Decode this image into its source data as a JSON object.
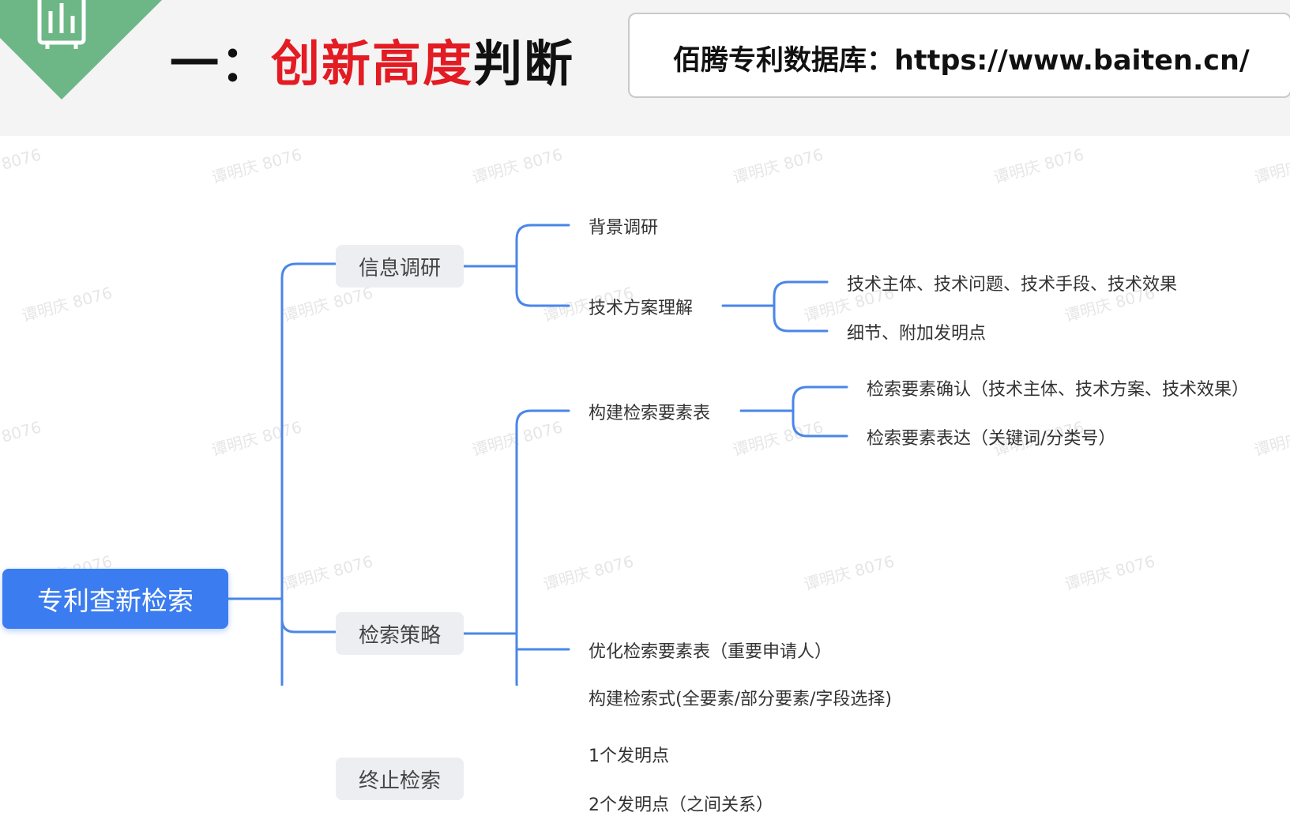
{
  "header": {
    "title_prefix": "一：",
    "title_highlight": "创新高度",
    "title_suffix": "判断",
    "database_text": "佰腾专利数据库：https://www.baiten.cn/",
    "icon": "bar-chart-icon",
    "accent_color": "#6db786",
    "highlight_color": "#e31b23"
  },
  "mindmap": {
    "root": "专利查新检索",
    "branches": [
      {
        "label": "信息调研",
        "children": [
          {
            "label": "背景调研",
            "children": []
          },
          {
            "label": "技术方案理解",
            "children": [
              "技术主体、技术问题、技术手段、技术效果",
              "细节、附加发明点"
            ]
          }
        ]
      },
      {
        "label": "检索策略",
        "children": [
          {
            "label": "构建检索要素表",
            "children": [
              "检索要素确认（技术主体、技术方案、技术效果）",
              "检索要素表达（关键词/分类号）"
            ]
          },
          {
            "label": "优化检索要素表（重要申请人）",
            "children": []
          },
          {
            "label": "构建检索式(全要素/部分要素/字段选择)",
            "children": []
          }
        ]
      },
      {
        "label": "终止检索",
        "children": [
          {
            "label": "1个发明点",
            "children": []
          },
          {
            "label": "2个发明点（之间关系）",
            "children": []
          }
        ]
      }
    ],
    "line_color": "#4a86e8",
    "root_color": "#3b7cf0"
  },
  "watermark": "谭明庆 8076"
}
